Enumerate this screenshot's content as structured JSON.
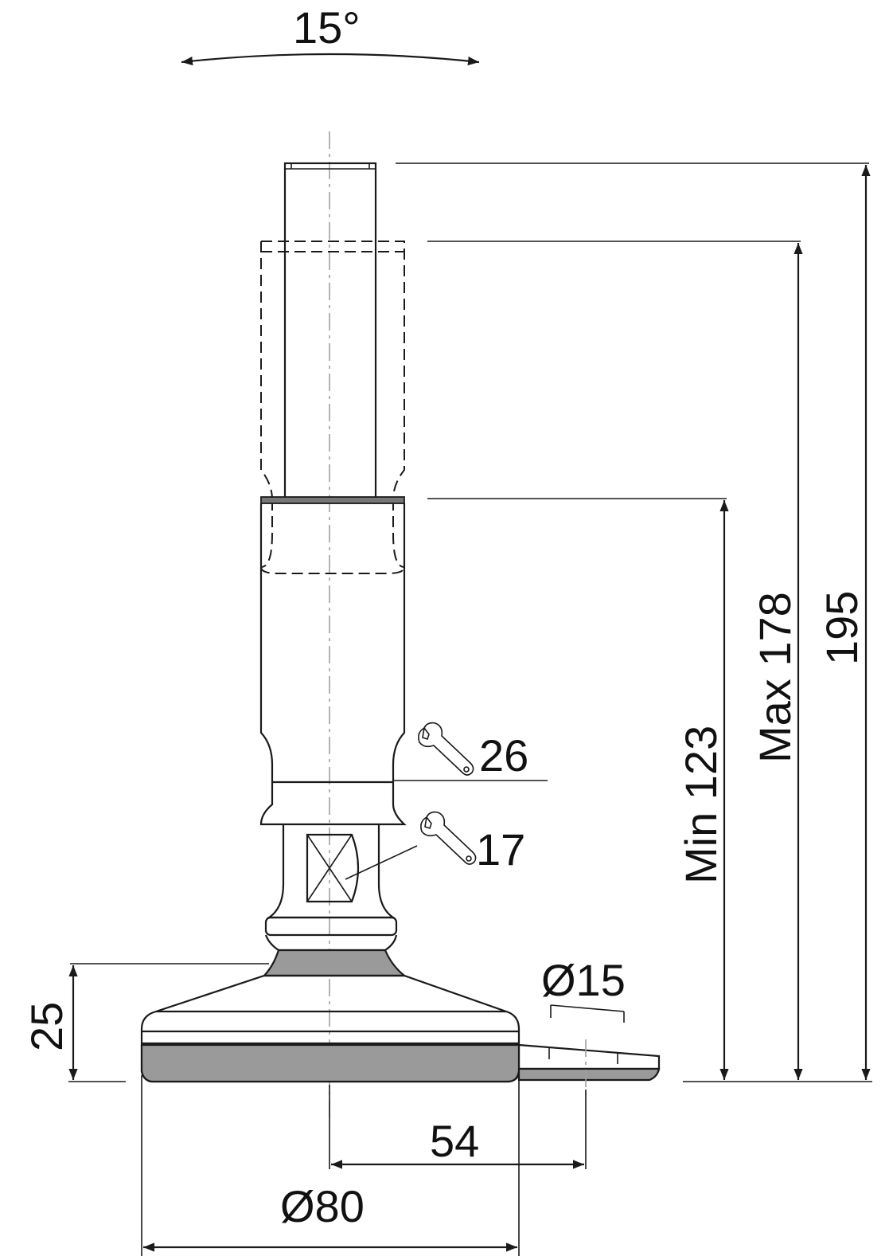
{
  "drawing": {
    "tilt_angle": "15°",
    "height_total": "195",
    "height_max": "Max 178",
    "height_min": "Min 123",
    "wrench_large": "26",
    "wrench_small": "17",
    "base_height": "25",
    "pad_diameter": "Ø15",
    "offset": "54",
    "base_diameter": "Ø80"
  },
  "icons": [
    "wrench-icon",
    "wrench-icon"
  ],
  "colors": {
    "line": "#1a1a1a",
    "fill_gray": "#9a9a9a",
    "centerline": "#a0a0a0"
  }
}
